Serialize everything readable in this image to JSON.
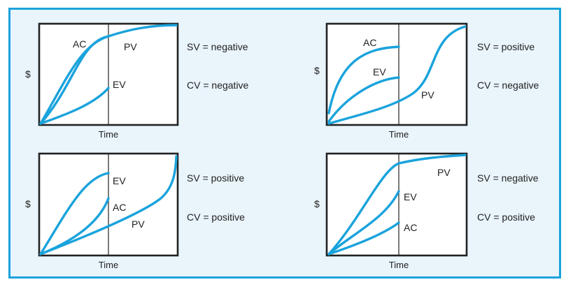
{
  "style": {
    "curve_color": "#1aa3dc",
    "border_color": "#1aa3dc",
    "background_color": "#e9f4fb",
    "frame_color": "#222222"
  },
  "panels": [
    {
      "y_axis_label": "$",
      "x_axis_label": "Time",
      "curve_labels": {
        "ac": "AC",
        "pv": "PV",
        "ev": "EV"
      },
      "sv_text": "SV = negative",
      "cv_text": "CV = negative"
    },
    {
      "y_axis_label": "$",
      "x_axis_label": "Time",
      "curve_labels": {
        "ac": "AC",
        "ev": "EV",
        "pv": "PV"
      },
      "sv_text": "SV = positive",
      "cv_text": "CV = negative"
    },
    {
      "y_axis_label": "$",
      "x_axis_label": "Time",
      "curve_labels": {
        "ev": "EV",
        "ac": "AC",
        "pv": "PV"
      },
      "sv_text": "SV = positive",
      "cv_text": "CV = positive"
    },
    {
      "y_axis_label": "$",
      "x_axis_label": "Time",
      "curve_labels": {
        "pv": "PV",
        "ev": "EV",
        "ac": "AC"
      },
      "sv_text": "SV = negative",
      "cv_text": "CV = positive"
    }
  ]
}
